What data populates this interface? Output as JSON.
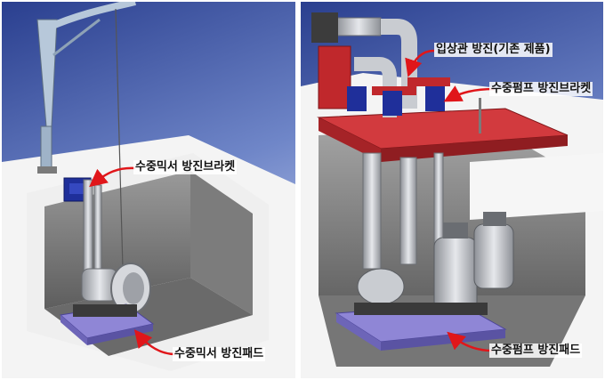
{
  "left_panel": {
    "callouts": {
      "bracket": "수중믹서 방진브라켓",
      "pad": "수중믹서 방진패드"
    }
  },
  "right_panel": {
    "callouts": {
      "riser": "입상관 방진(기존 제품)",
      "bracket": "수중펌프 방진브라켓",
      "pad": "수중펌프 방진패드"
    }
  },
  "colors": {
    "sky_top": "#2a3f8f",
    "sky_bottom": "#b8c4e8",
    "concrete": "#f4f4f4",
    "pit_floor": "#6f6f6f",
    "bracket_blue": "#1f2f9a",
    "pad_lavender": "#8f86d6",
    "steel": "#c9ccd1",
    "frame_red": "#c0282c",
    "arrow_red": "#e0161a"
  }
}
